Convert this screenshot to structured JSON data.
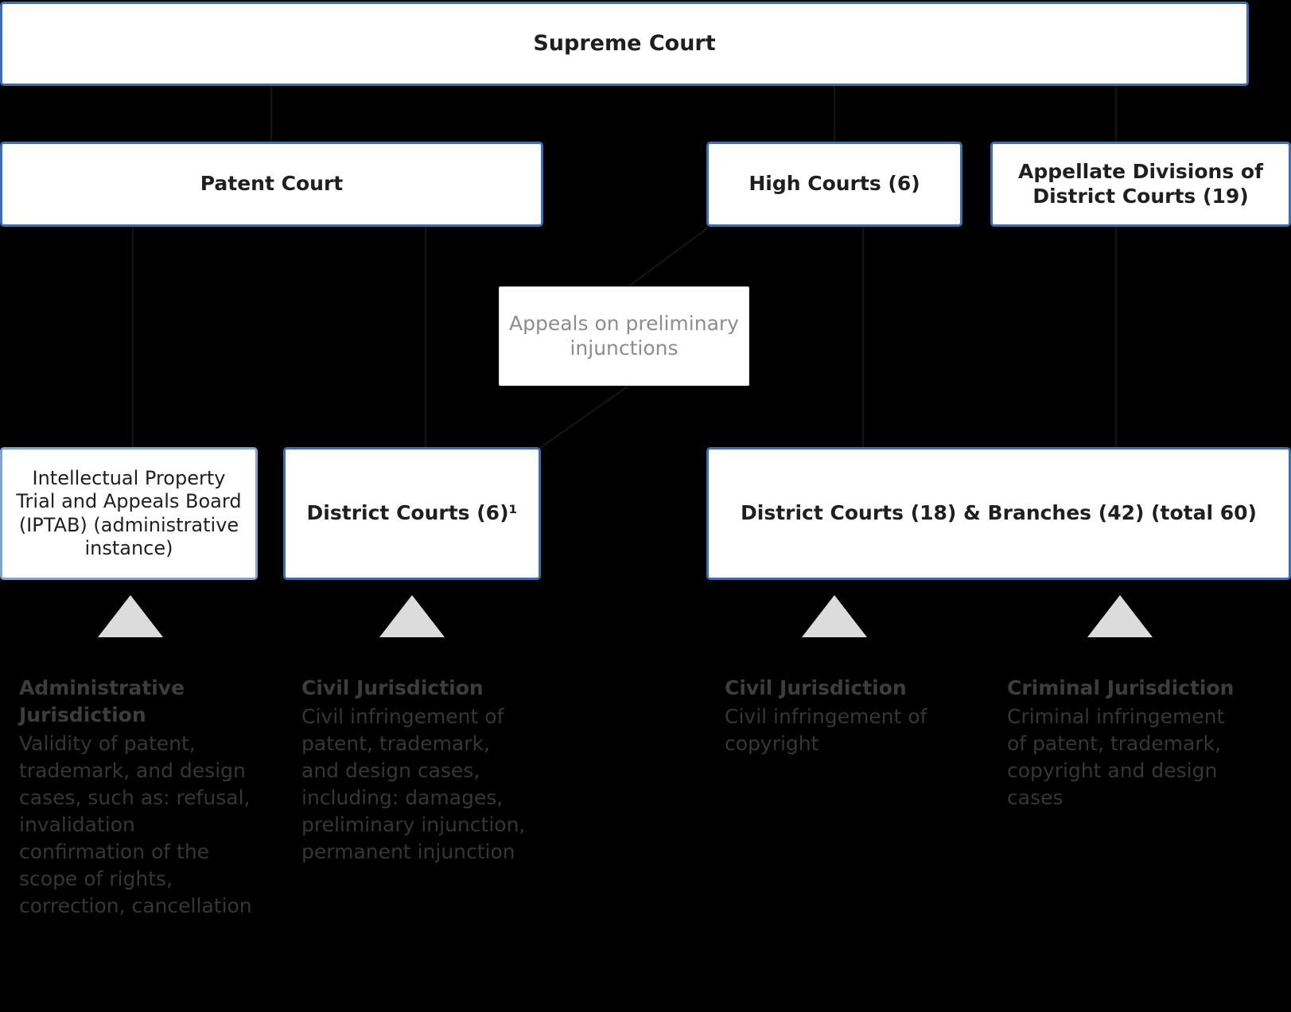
{
  "diagram": {
    "title": "Court system hierarchy for intellectual property cases",
    "accent_border_color": "#3a6fb7",
    "box_background": "#ffffff",
    "canvas_background": "#000000",
    "triangle_color": "#dcdcdc",
    "connector_color": "#0f0f0f"
  },
  "nodes": {
    "supreme_court": "Supreme Court",
    "patent_court": "Patent Court",
    "high_courts": "High Courts (6)",
    "appellate_divisions": "Appellate Divisions of District Courts (19)",
    "appeals_label": "Appeals on preliminary injunctions",
    "iptab": "Intellectual Property Trial and Appeals Board (IPTAB) (administrative instance)",
    "district_courts_6": "District Courts (6)¹",
    "district_courts_18": "District Courts (18) & Branches (42) (total 60)"
  },
  "jurisdictions": [
    {
      "title": "Administrative Jurisdiction",
      "body": "Validity of patent, trademark, and design cases, such as: refusal, invalidation confirmation of the scope of rights, correction, cancellation"
    },
    {
      "title": "Civil Jurisdiction",
      "body": "Civil infringement of patent, trademark, and design cases, including: damages, preliminary injunction, permanent injunction"
    },
    {
      "title": "Civil Jurisdiction",
      "body": "Civil infringement of copyright"
    },
    {
      "title": "Criminal Jurisdiction",
      "body": "Criminal infringement of patent, trademark, copyright and design cases"
    }
  ]
}
